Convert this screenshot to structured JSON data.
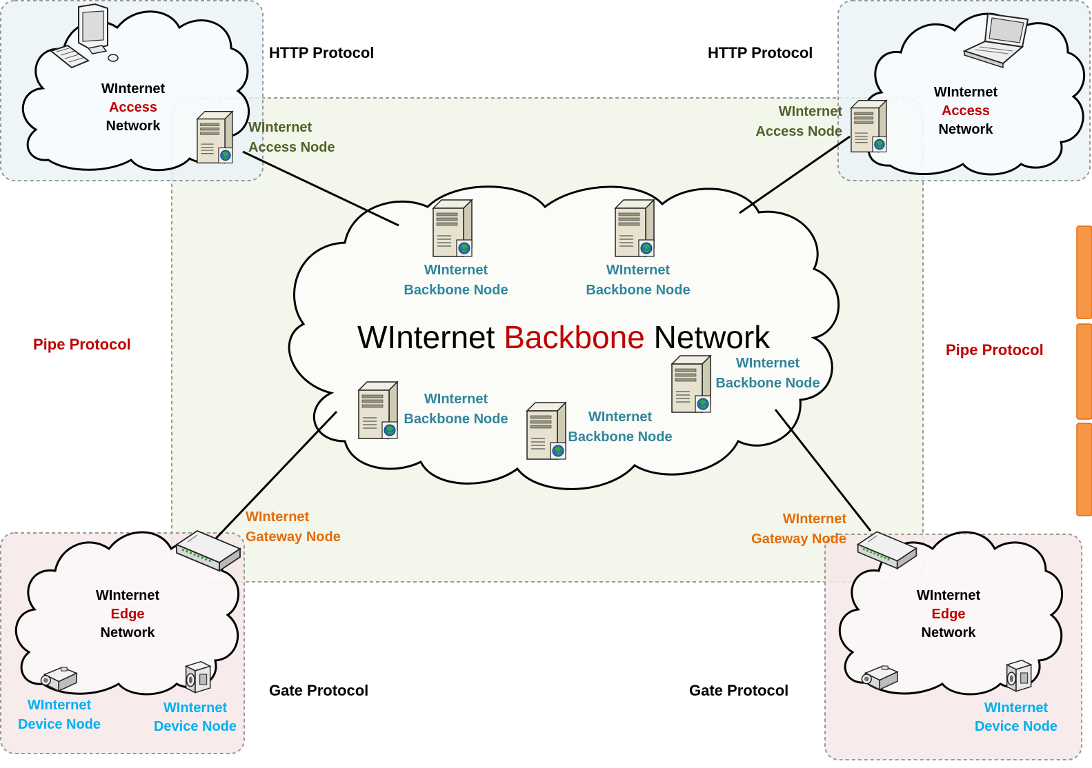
{
  "colors": {
    "access_green": "#4f6228",
    "backbone_teal": "#31859c",
    "gateway_orange": "#e36c09",
    "device_blue": "#00b0f0",
    "accent_red": "#c00000",
    "access_region_fill": "#e9f3f8",
    "edge_region_fill": "#f6e8e8",
    "backbone_region_fill": "#eef3e4"
  },
  "protocols": {
    "http_left": "HTTP Protocol",
    "http_right": "HTTP Protocol",
    "pipe_left": "Pipe Protocol",
    "pipe_right": "Pipe Protocol",
    "gate_left": "Gate Protocol",
    "gate_right": "Gate Protocol"
  },
  "backbone": {
    "title_part1": "WInternet ",
    "title_part2": "Backbone",
    "title_part3": " Network",
    "nodes": [
      {
        "line1": "WInternet",
        "line2": "Backbone Node"
      },
      {
        "line1": "WInternet",
        "line2": "Backbone Node"
      },
      {
        "line1": "WInternet",
        "line2": "Backbone Node"
      },
      {
        "line1": "WInternet",
        "line2": "Backbone Node"
      },
      {
        "line1": "WInternet",
        "line2": "Backbone Node"
      }
    ]
  },
  "access_networks": [
    {
      "line1": "WInternet",
      "line2": "Access",
      "line3": "Network",
      "node_line1": "WInternet",
      "node_line2": "Access Node"
    },
    {
      "line1": "WInternet",
      "line2": "Access",
      "line3": "Network",
      "node_line1": "WInternet",
      "node_line2": "Access Node"
    }
  ],
  "edge_networks": [
    {
      "line1": "WInternet",
      "line2": "Edge",
      "line3": "Network",
      "gw_line1": "WInternet",
      "gw_line2": "Gateway Node"
    },
    {
      "line1": "WInternet",
      "line2": "Edge",
      "line3": "Network",
      "gw_line1": "WInternet",
      "gw_line2": "Gateway Node"
    }
  ],
  "device_nodes": [
    {
      "line1": "WInternet",
      "line2": "Device Node"
    },
    {
      "line1": "WInternet",
      "line2": "Device Node"
    },
    {
      "line1": "WInternet",
      "line2": "Device Node"
    }
  ],
  "icons": [
    "desktop-computer-icon",
    "laptop-icon",
    "server-icon",
    "gateway-router-icon",
    "camera-icon",
    "camcorder-icon"
  ]
}
